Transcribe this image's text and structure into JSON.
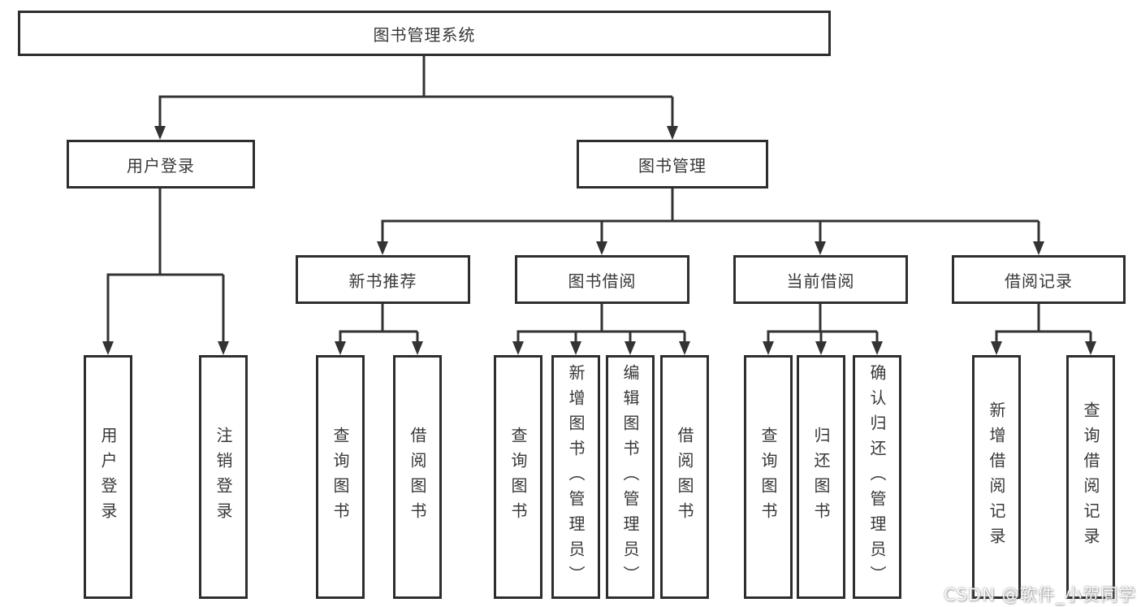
{
  "diagram": {
    "root": {
      "label": "图书管理系统"
    },
    "level2": [
      {
        "id": "user-login",
        "label": "用户登录"
      },
      {
        "id": "book-management",
        "label": "图书管理"
      }
    ],
    "level3": [
      {
        "id": "new-book-recommend",
        "label": "新书推荐"
      },
      {
        "id": "book-borrow",
        "label": "图书借阅"
      },
      {
        "id": "current-borrow",
        "label": "当前借阅"
      },
      {
        "id": "borrow-records",
        "label": "借阅记录"
      }
    ],
    "leaves": {
      "user_login": [
        "用户登录",
        "注销登录"
      ],
      "new_book_recommend": [
        "查询图书",
        "借阅图书"
      ],
      "book_borrow": [
        "查询图书",
        "新增图书（管理员）",
        "编辑图书（管理员）",
        "借阅图书"
      ],
      "current_borrow": [
        "查询图书",
        "归还图书",
        "确认归还（管理员）"
      ],
      "borrow_records": [
        "新增借阅记录",
        "查询借阅记录"
      ]
    }
  },
  "watermark": {
    "text": "CSDN @软件_小贺同学"
  },
  "colors": {
    "line": "#333333",
    "border": "#2e2e2e",
    "text": "#383838",
    "background": "#ffffff",
    "watermark_text": "#ffffff"
  }
}
